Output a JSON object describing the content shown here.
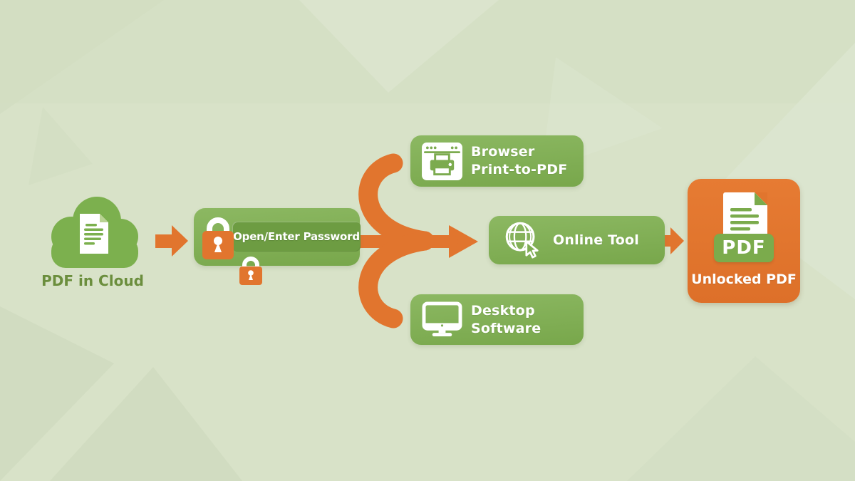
{
  "colors": {
    "background": "#d8e2c8",
    "box_green": "#7fad52",
    "box_green_dark": "#6d9c42",
    "accent_orange": "#e1752e",
    "text_olive": "#6b8e3d",
    "white": "#ffffff"
  },
  "flow": {
    "source": {
      "label": "PDF in Cloud",
      "icon": "cloud-document-icon"
    },
    "password_step": {
      "label": "Open/Enter Password",
      "icons": [
        "padlock-icon",
        "small-padlock-icon"
      ]
    },
    "connector": {
      "icon": "branch-arrows-icon"
    },
    "options": [
      {
        "line1": "Browser",
        "line2": "Print-to-PDF",
        "icon": "browser-print-icon"
      },
      {
        "line1": "Online Tool",
        "icon": "globe-cursor-icon"
      },
      {
        "line1": "Desktop",
        "line2": "Software",
        "icon": "desktop-monitor-icon"
      }
    ],
    "result": {
      "badge": "PDF",
      "label": "Unlocked PDF",
      "icon": "pdf-document-icon"
    }
  }
}
